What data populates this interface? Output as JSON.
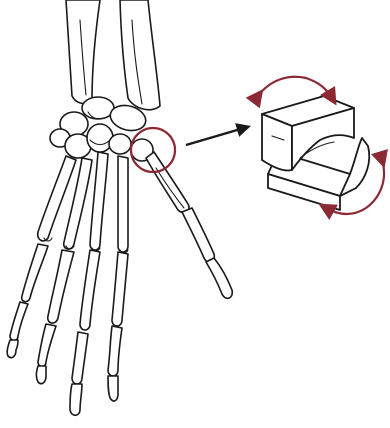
{
  "colors": {
    "ink": "#1a1a1a",
    "accent": "#8b2a35",
    "background": "#ffffff"
  },
  "figures": {
    "hand": "skeletal-hand-wrist",
    "highlight": "thumb-carpometacarpal-joint",
    "pointer": "arrow-right",
    "model": "saddle-joint-block-model",
    "rotations": [
      "rotation-arrow-top",
      "rotation-arrow-right"
    ]
  }
}
